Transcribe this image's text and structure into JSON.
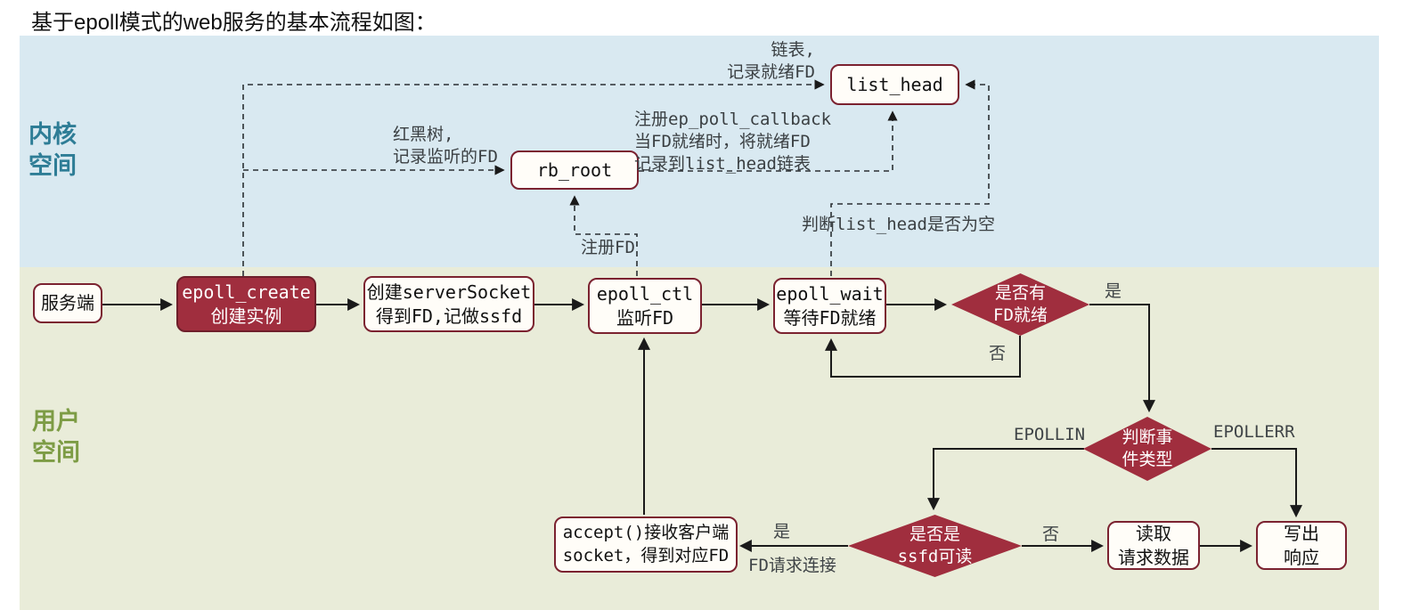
{
  "title": "基于epoll模式的web服务的基本流程如图：",
  "colors": {
    "kernel_bg": "#d9e9f1",
    "user_bg": "#e9ecd9",
    "node_fill_red": "#a02e3e",
    "node_border": "#7b2230",
    "node_fill_white": "#fffdf8",
    "kernel_label_color": "#2e7d96",
    "user_label_color": "#7d9c45",
    "wire_color": "#1a1a1a"
  },
  "regions": {
    "kernel": {
      "line1": "内核",
      "line2": "空间"
    },
    "user": {
      "line1": "用户",
      "line2": "空间"
    }
  },
  "nodes": {
    "list_head": {
      "label": "list_head"
    },
    "rb_root": {
      "label": "rb_root"
    },
    "server": {
      "label": "服务端"
    },
    "epoll_create": {
      "line1": "epoll_create",
      "line2": "创建实例"
    },
    "create_socket": {
      "line1": "创建serverSocket",
      "line2": "得到FD,记做ssfd"
    },
    "epoll_ctl": {
      "line1": "epoll_ctl",
      "line2": "监听FD"
    },
    "epoll_wait": {
      "line1": "epoll_wait",
      "line2": "等待FD就绪"
    },
    "fd_ready": {
      "line1": "是否有",
      "line2": "FD就绪"
    },
    "event_type": {
      "line1": "判断事",
      "line2": "件类型"
    },
    "is_ssfd": {
      "line1": "是否是",
      "line2": "ssfd可读"
    },
    "accept": {
      "line1": "accept()接收客户端",
      "line2": "socket，得到对应FD"
    },
    "read_data": {
      "line1": "读取",
      "line2": "请求数据"
    },
    "write_resp": {
      "line1": "写出",
      "line2": "响应"
    }
  },
  "annotations": {
    "linked_list": {
      "line1": "链表,",
      "line2": "记录就绪FD"
    },
    "rbtree": {
      "line1": "红黑树,",
      "line2": "记录监听的FD"
    },
    "callback": {
      "line1": "注册ep_poll_callback",
      "line2": "当FD就绪时，将就绪FD",
      "line3": "记录到list_head链表"
    },
    "check_list": "判断list_head是否为空",
    "register_fd": "注册FD"
  },
  "edge_labels": {
    "yes1": "是",
    "no1": "否",
    "epollin": "EPOLLIN",
    "epollerr": "EPOLLERR",
    "yes2": "是",
    "yes2_sub": "FD请求连接",
    "no2": "否"
  }
}
